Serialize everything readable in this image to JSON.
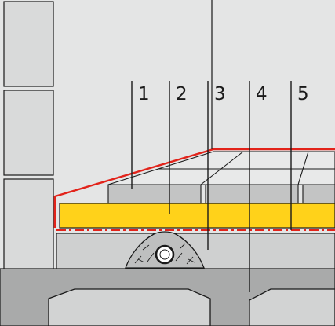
{
  "labels": [
    "1",
    "2",
    "3",
    "4",
    "5"
  ],
  "colors": {
    "background": "#e4e5e5",
    "brick": "#d9dada",
    "tile": "#e8e9e9",
    "tile_support": "#c3c4c4",
    "insulation": "#ffd21a",
    "screed": "#cfd0d0",
    "slab": "#a9aaaa",
    "void": "#d2d3d3",
    "red": "#e2231a",
    "line": "#1a1a1a"
  }
}
